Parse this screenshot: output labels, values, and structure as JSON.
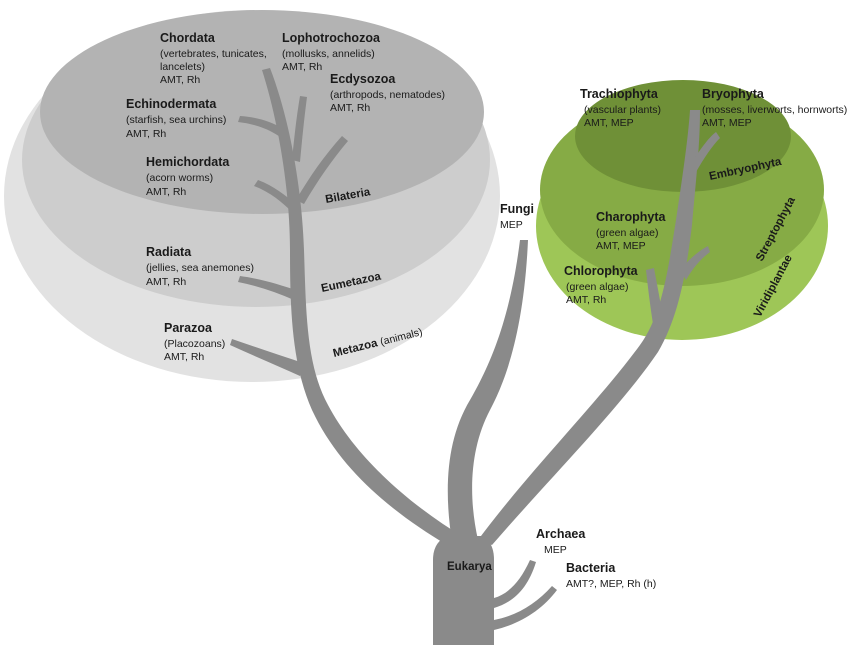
{
  "root": {
    "name": "Eukarya"
  },
  "prokaryotes": [
    {
      "name": "Archaea",
      "tags": "MEP"
    },
    {
      "name": "Bacteria",
      "tags": "AMT?, MEP, Rh (h)"
    }
  ],
  "fungi": {
    "name": "Fungi",
    "tags": "MEP"
  },
  "animal_groups": {
    "metazoa": {
      "name": "Metazoa",
      "note": "(animals)"
    },
    "eumetazoa": "Eumetazoa",
    "bilateria": "Bilateria"
  },
  "animal_taxa": {
    "chordata": {
      "name": "Chordata",
      "desc1": "(vertebrates, tunicates,",
      "desc2": "lancelets)",
      "tags": "AMT, Rh"
    },
    "lophotrochozoa": {
      "name": "Lophotrochozoa",
      "desc": "(mollusks, annelids)",
      "tags": "AMT, Rh"
    },
    "ecdysozoa": {
      "name": "Ecdysozoa",
      "desc": "(arthropods, nematodes)",
      "tags": "AMT, Rh"
    },
    "echinodermata": {
      "name": "Echinodermata",
      "desc": "(starfish, sea urchins)",
      "tags": "AMT, Rh"
    },
    "hemichordata": {
      "name": "Hemichordata",
      "desc": "(acorn worms)",
      "tags": "AMT, Rh"
    },
    "radiata": {
      "name": "Radiata",
      "desc": "(jellies, sea anemones)",
      "tags": "AMT, Rh"
    },
    "parazoa": {
      "name": "Parazoa",
      "desc": "(Placozoans)",
      "tags": "AMT, Rh"
    }
  },
  "plant_groups": {
    "viridiplantae": "Viridiplantae",
    "streptophyta": "Streptophyta",
    "embryophyta": "Embryophyta"
  },
  "plant_taxa": {
    "trachiophyta": {
      "name": "Trachiophyta",
      "desc": "(vascular plants)",
      "tags": "AMT, MEP"
    },
    "bryophyta": {
      "name": "Bryophyta",
      "desc": "(mosses, liverworts, hornworts)",
      "tags": "AMT, MEP"
    },
    "charophyta": {
      "name": "Charophyta",
      "desc": "(green algae)",
      "tags": "AMT, MEP"
    },
    "chlorophyta": {
      "name": "Chlorophyta",
      "desc": "(green algae)",
      "tags": "AMT, Rh"
    }
  },
  "colors": {
    "metazoa_fill": "#e2e2e2",
    "eumetazoa_fill": "#cdcdcd",
    "bilateria_fill": "#b3b3b3",
    "viridiplantae_fill": "#9ec657",
    "streptophyta_fill": "#86ab45",
    "embryophyta_fill": "#6f9037",
    "trunk": "#8a8a8a"
  }
}
